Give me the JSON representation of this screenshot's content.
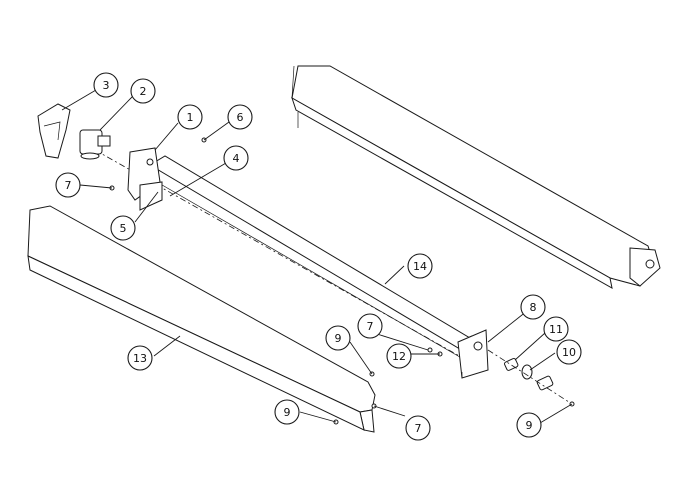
{
  "callouts": [
    {
      "label": "1"
    },
    {
      "label": "2"
    },
    {
      "label": "3"
    },
    {
      "label": "4"
    },
    {
      "label": "5"
    },
    {
      "label": "6"
    },
    {
      "label": "7"
    },
    {
      "label": "7"
    },
    {
      "label": "7"
    },
    {
      "label": "8"
    },
    {
      "label": "9"
    },
    {
      "label": "9"
    },
    {
      "label": "9"
    },
    {
      "label": "10"
    },
    {
      "label": "11"
    },
    {
      "label": "12"
    },
    {
      "label": "13"
    },
    {
      "label": "14"
    }
  ],
  "colors": {
    "line": "#1a1a1a",
    "pattern": "#3a3a3a",
    "background": "#ffffff"
  }
}
